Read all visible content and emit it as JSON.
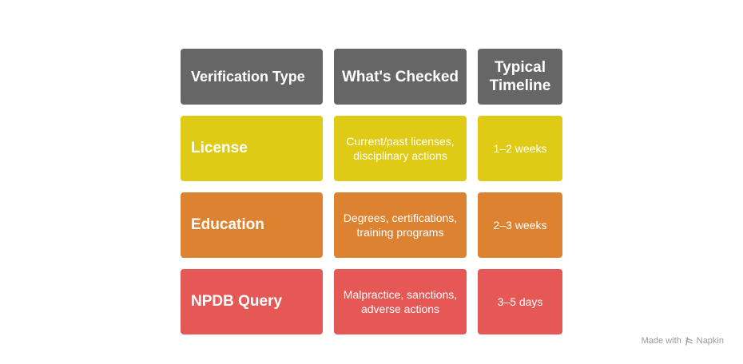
{
  "headers": {
    "verification_type": "Verification Type",
    "whats_checked": "What's Checked",
    "typical_timeline": "Typical Timeline"
  },
  "rows": [
    {
      "type": "License",
      "checked": "Current/past licenses, disciplinary actions",
      "timeline": "1–2 weeks",
      "color": "#dfcb16"
    },
    {
      "type": "Education",
      "checked": "Degrees, certifications, training programs",
      "timeline": "2–3 weeks",
      "color": "#dd8231"
    },
    {
      "type": "NPDB Query",
      "checked": "Malpractice, sanctions, adverse actions",
      "timeline": "3–5 days",
      "color": "#e55856"
    }
  ],
  "header_color": "#666666",
  "watermark": {
    "prefix": "Made with",
    "brand": "Napkin",
    "icon": "napkin-logo-icon"
  }
}
